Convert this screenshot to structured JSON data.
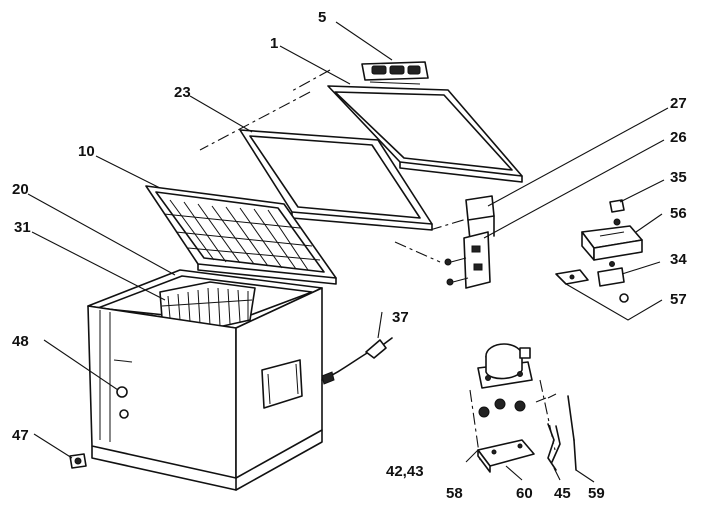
{
  "diagram": {
    "part_labels": {
      "p1": "1",
      "p5": "5",
      "p10": "10",
      "p20": "20",
      "p23": "23",
      "p26": "26",
      "p27": "27",
      "p31": "31",
      "p34": "34",
      "p35": "35",
      "p37": "37",
      "p42_43": "42,43",
      "p45": "45",
      "p47": "47",
      "p48": "48",
      "p56": "56",
      "p57": "57",
      "p58": "58",
      "p59": "59",
      "p60": "60"
    }
  }
}
